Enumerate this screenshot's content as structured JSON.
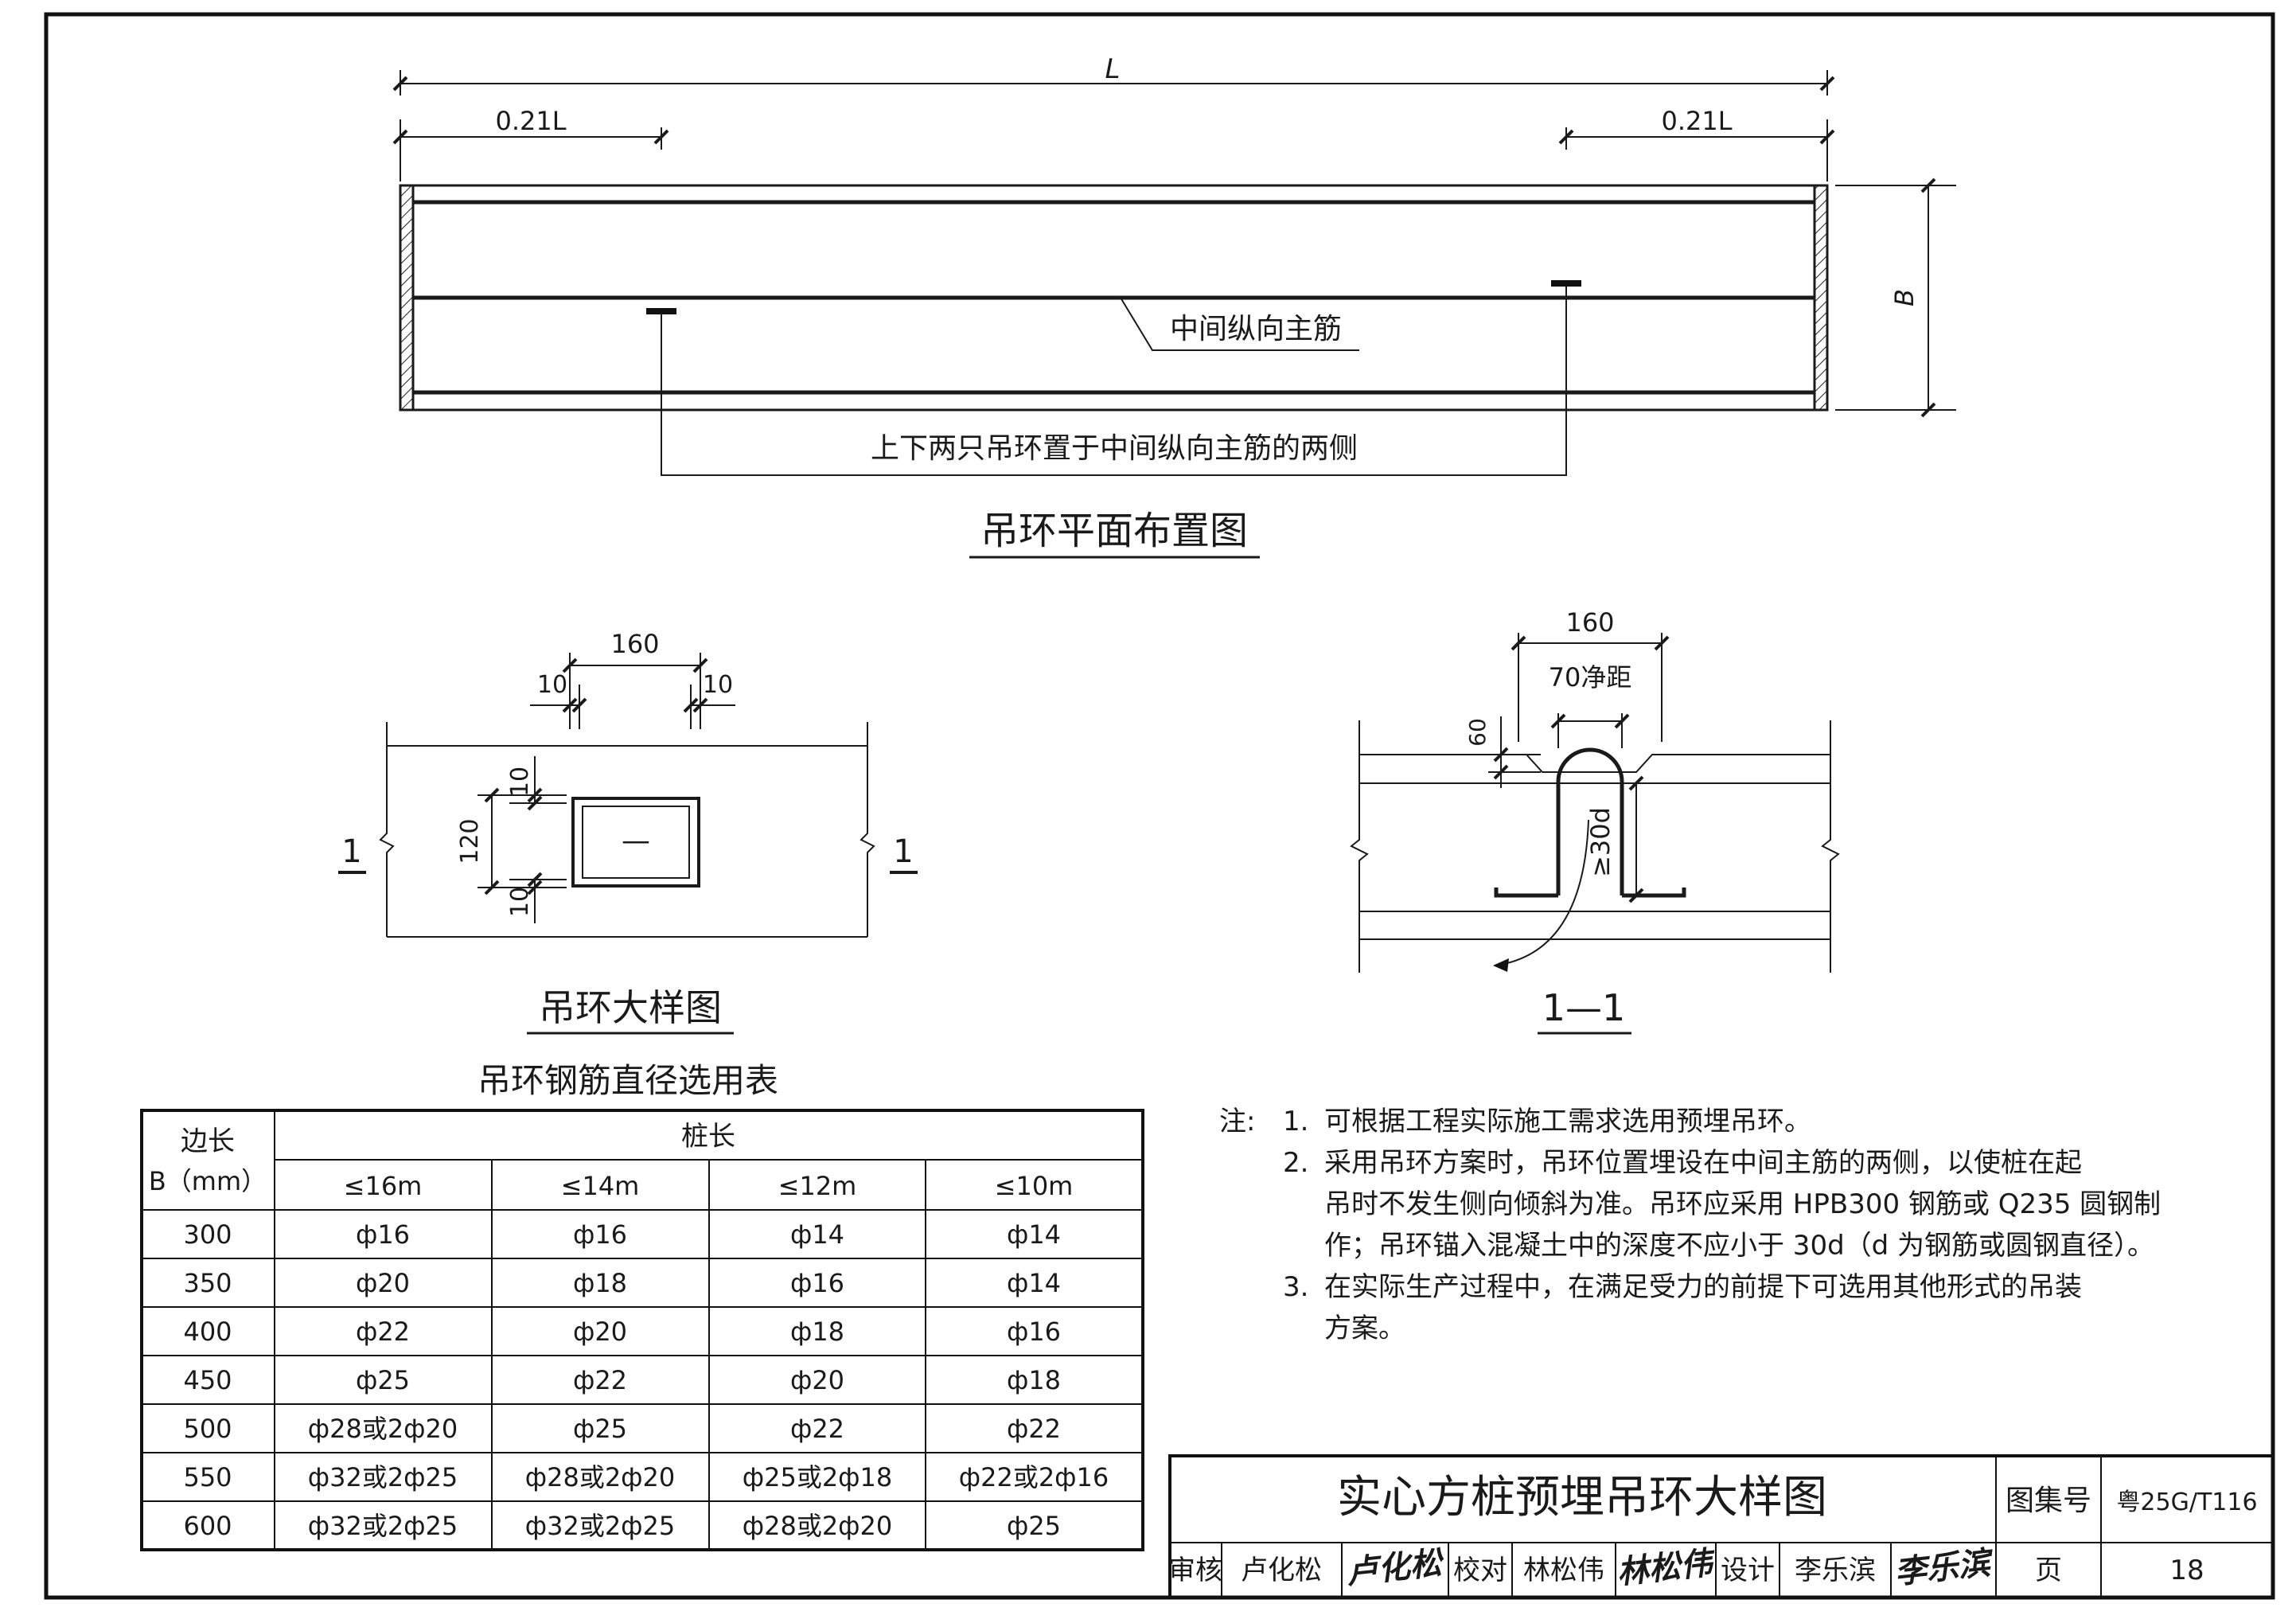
{
  "plan": {
    "dim_L": "L",
    "dim_left": "0.21L",
    "dim_right": "0.21L",
    "dim_B": "B",
    "label_rebar": "中间纵向主筋",
    "label_rings": "上下两只吊环置于中间纵向主筋的两侧",
    "title": "吊环平面布置图"
  },
  "detail": {
    "dim_160": "160",
    "dim_10_left": "10",
    "dim_10_right": "10",
    "dim_10_top": "10",
    "dim_120": "120",
    "dim_10_bottom": "10",
    "ring_mark": "—",
    "cut_left": "1",
    "cut_right": "1",
    "title": "吊环大样图"
  },
  "section": {
    "dim_160": "160",
    "dim_70": "70净距",
    "dim_60": "60",
    "dim_30d": "≥30d",
    "title": "1—1"
  },
  "table": {
    "title": "吊环钢筋直径选用表",
    "header_side_1": "边长",
    "header_side_2": "B（mm）",
    "header_length": "桩长",
    "columns": [
      "≤16m",
      "≤14m",
      "≤12m",
      "≤10m"
    ],
    "rows": [
      {
        "b": "300",
        "c": [
          "ф16",
          "ф16",
          "ф14",
          "ф14"
        ]
      },
      {
        "b": "350",
        "c": [
          "ф20",
          "ф18",
          "ф16",
          "ф14"
        ]
      },
      {
        "b": "400",
        "c": [
          "ф22",
          "ф20",
          "ф18",
          "ф16"
        ]
      },
      {
        "b": "450",
        "c": [
          "ф25",
          "ф22",
          "ф20",
          "ф18"
        ]
      },
      {
        "b": "500",
        "c": [
          "ф28或2ф20",
          "ф25",
          "ф22",
          "ф22"
        ]
      },
      {
        "b": "550",
        "c": [
          "ф32或2ф25",
          "ф28或2ф20",
          "ф25或2ф18",
          "ф22或2ф16"
        ]
      },
      {
        "b": "600",
        "c": [
          "ф32或2ф25",
          "ф32或2ф25",
          "ф28或2ф20",
          "ф25"
        ]
      }
    ]
  },
  "notes": {
    "prefix": "注:",
    "n1_num": "1.",
    "n1": "可根据工程实际施工需求选用预埋吊环。",
    "n2_num": "2.",
    "n2_l1": "采用吊环方案时，吊环位置埋设在中间主筋的两侧，以使桩在起",
    "n2_l2": "吊时不发生侧向倾斜为准。吊环应采用 HPB300 钢筋或 Q235 圆钢制",
    "n2_l3": "作；吊环锚入混凝土中的深度不应小于 30d（d 为钢筋或圆钢直径）。",
    "n3_num": "3.",
    "n3_l1": "在实际生产过程中，在满足受力的前提下可选用其他形式的吊装",
    "n3_l2": "方案。"
  },
  "titleblock": {
    "drawing_title": "实心方桩预埋吊环大样图",
    "atlas_label": "图集号",
    "atlas_no": "粤25G/T116",
    "review_label": "审核",
    "review_name": "卢化松",
    "check_label": "校对",
    "check_name": "林松伟",
    "design_label": "设计",
    "design_name": "李乐滨",
    "page_label": "页",
    "page_no": "18"
  }
}
